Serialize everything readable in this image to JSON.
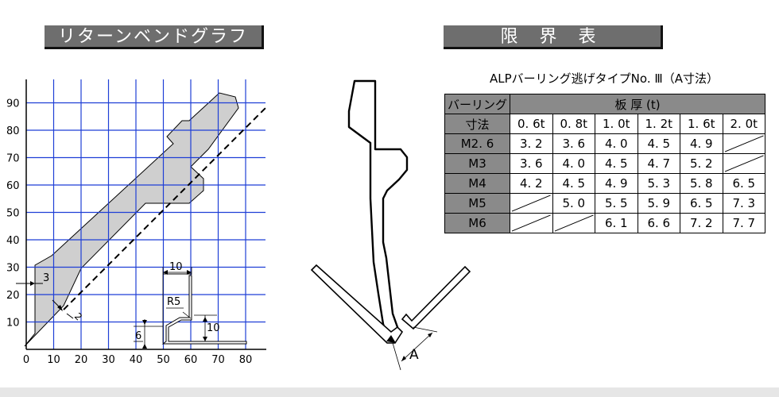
{
  "titles": {
    "left": "リターンベンドグラフ",
    "right": "限 界 表"
  },
  "graph": {
    "x_ticks": [
      "10",
      "20",
      "30",
      "40",
      "50",
      "60",
      "70",
      "80"
    ],
    "y_ticks": [
      "10",
      "20",
      "30",
      "40",
      "50",
      "60",
      "70",
      "80",
      "90"
    ],
    "annotations": {
      "dim3": "3",
      "dim2": "2",
      "dim10_top": "10",
      "r5": "R5",
      "dim10_right": "10",
      "dim6": "6"
    }
  },
  "bend_label": "A",
  "table": {
    "caption": "ALPバーリング逃げタイプNo. Ⅲ（A寸法）",
    "header_row1_col1": "バーリング",
    "header_row1_span": "板 厚 (t)",
    "header_row2_col1": "寸法",
    "thickness": [
      "0. 6t",
      "0. 8t",
      "1. 0t",
      "1. 2t",
      "1. 6t",
      "2. 0t"
    ],
    "rows": [
      {
        "label": "M2. 6",
        "values": [
          "3. 2",
          "3. 6",
          "4. 0",
          "4. 5",
          "4. 9",
          null
        ]
      },
      {
        "label": "M3",
        "values": [
          "3. 6",
          "4. 0",
          "4. 5",
          "4. 7",
          "5. 2",
          null
        ]
      },
      {
        "label": "M4",
        "values": [
          "4. 2",
          "4. 5",
          "4. 9",
          "5. 3",
          "5. 8",
          "6. 5"
        ]
      },
      {
        "label": "M5",
        "values": [
          null,
          "5. 0",
          "5. 5",
          "5. 9",
          "6. 5",
          "7. 3"
        ]
      },
      {
        "label": "M6",
        "values": [
          null,
          null,
          "6. 1",
          "6. 6",
          "7. 2",
          "7. 7"
        ]
      }
    ]
  },
  "colors": {
    "grid": "#1f3fd6",
    "region": "#cfcfcf",
    "header": "#8a8a8a",
    "banner": "#6e6e6e"
  }
}
